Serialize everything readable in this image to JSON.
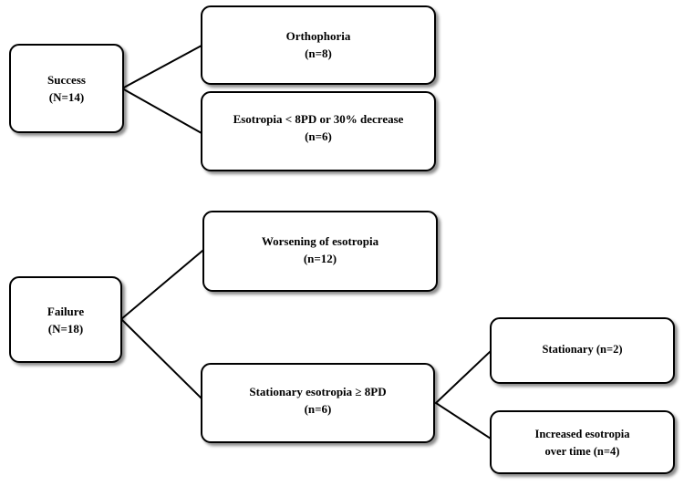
{
  "diagram": {
    "type": "flowchart",
    "title": "",
    "background_color": "#ffffff",
    "node_border_color": "#000000",
    "node_fill_color": "#ffffff",
    "text_color": "#000000",
    "nodes": [
      {
        "id": "success",
        "line1": "Success",
        "line2": "(N=14)"
      },
      {
        "id": "orthophoria",
        "line1": "Orthophoria",
        "line2": "(n=8)"
      },
      {
        "id": "esotropia_dec",
        "line1": "Esotropia < 8PD or 30% decrease",
        "line2": "(n=6)"
      },
      {
        "id": "failure",
        "line1": "Failure",
        "line2": "(N=18)"
      },
      {
        "id": "worsening",
        "line1": "Worsening of esotropia",
        "line2": "(n=12)"
      },
      {
        "id": "stationary_eso",
        "line1": "Stationary esotropia ≥ 8PD",
        "line2": "(n=6)"
      },
      {
        "id": "stationary_2",
        "line1": "Stationary (n=2)",
        "line2": ""
      },
      {
        "id": "increased_4",
        "line1": "Increased esotropia",
        "line2": "over time (n=4)"
      }
    ],
    "edges": [
      {
        "from": "success",
        "to": "orthophoria"
      },
      {
        "from": "success",
        "to": "esotropia_dec"
      },
      {
        "from": "failure",
        "to": "worsening"
      },
      {
        "from": "failure",
        "to": "stationary_eso"
      },
      {
        "from": "stationary_eso",
        "to": "stationary_2"
      },
      {
        "from": "stationary_eso",
        "to": "increased_4"
      }
    ]
  }
}
